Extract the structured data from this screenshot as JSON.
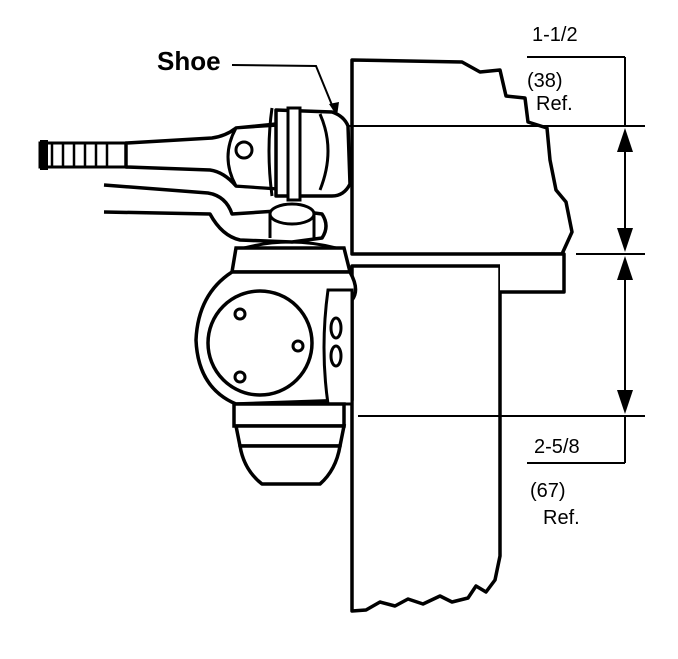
{
  "callout": {
    "shoe_label": "Shoe"
  },
  "dimensions": {
    "upper": {
      "fraction": "1-1/2",
      "metric": "(38)",
      "note": "Ref."
    },
    "lower": {
      "fraction": "2-5/8",
      "metric": "(67)",
      "note": "Ref."
    }
  }
}
